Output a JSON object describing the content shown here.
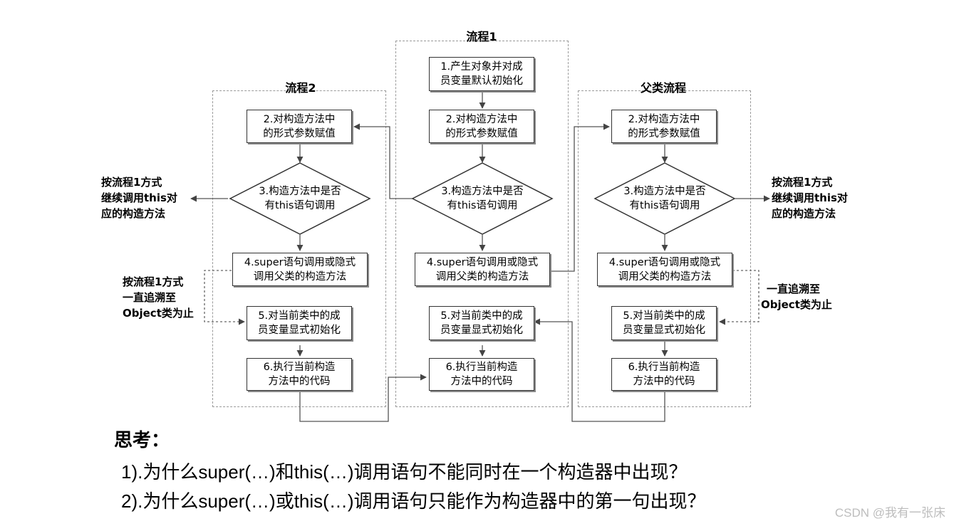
{
  "lanes": {
    "flow1": "流程1",
    "flow2": "流程2",
    "parent": "父类流程"
  },
  "flow1": {
    "step1": [
      "1.产生对象并对成",
      "员变量默认初始化"
    ],
    "step2": [
      "2.对构造方法中",
      "的形式参数赋值"
    ],
    "step3": [
      "3.构造方法中是否",
      "有this语句调用"
    ],
    "step4": [
      "4.super语句调用或隐式",
      "调用父类的构造方法"
    ],
    "step5": [
      "5.对当前类中的成",
      "员变量显式初始化"
    ],
    "step6": [
      "6.执行当前构造",
      "方法中的代码"
    ]
  },
  "flow2": {
    "step2": [
      "2.对构造方法中",
      "的形式参数赋值"
    ],
    "step3": [
      "3.构造方法中是否",
      "有this语句调用"
    ],
    "step4": [
      "4.super语句调用或隐式",
      "调用父类的构造方法"
    ],
    "step5": [
      "5.对当前类中的成",
      "员变量显式初始化"
    ],
    "step6": [
      "6.执行当前构造",
      "方法中的代码"
    ]
  },
  "parent": {
    "step2": [
      "2.对构造方法中",
      "的形式参数赋值"
    ],
    "step3": [
      "3.构造方法中是否",
      "有this语句调用"
    ],
    "step4": [
      "4.super语句调用或隐式",
      "调用父类的构造方法"
    ],
    "step5": [
      "5.对当前类中的成",
      "员变量显式初始化"
    ],
    "step6": [
      "6.执行当前构造",
      "方法中的代码"
    ]
  },
  "notes": {
    "left_this": [
      "按流程1方式",
      "继续调用this对",
      "应的构造方法"
    ],
    "right_this": [
      "按流程1方式",
      "继续调用this对",
      "应的构造方法"
    ],
    "left_object": [
      "按流程1方式",
      "一直追溯至",
      "Object类为止"
    ],
    "right_object": [
      "一直追溯至",
      "Object类为止"
    ]
  },
  "thinking": {
    "heading": "思考：",
    "q1": "1).为什么super(…)和this(…)调用语句不能同时在一个构造器中出现？",
    "q2": "2).为什么super(…)或this(…)调用语句只能作为构造器中的第一句出现？"
  },
  "watermark": "CSDN @我有一张床"
}
